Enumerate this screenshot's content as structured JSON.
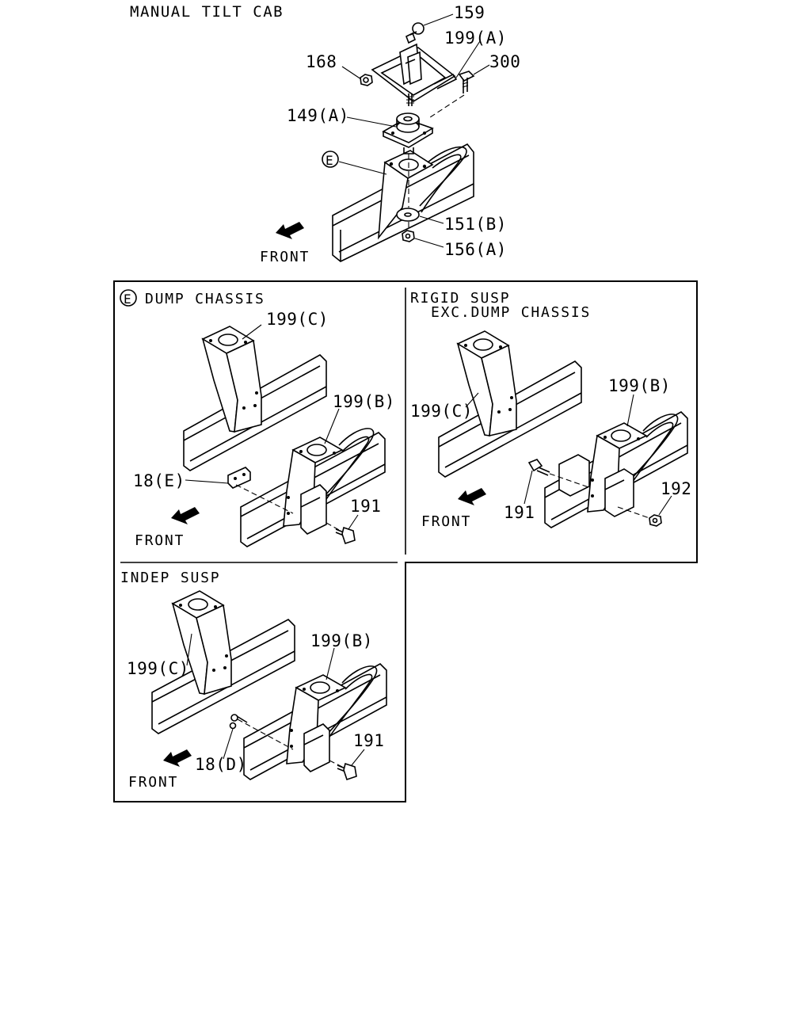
{
  "diagram": {
    "title": "MANUAL TILT CAB",
    "main_view": {
      "callouts": {
        "c159": "159",
        "c199a": "199(A)",
        "c168": "168",
        "c300": "300",
        "c149a": "149(A)",
        "cE": "E",
        "c151b": "151(B)",
        "c156a": "156(A)"
      },
      "front_label": "FRONT"
    },
    "panels": {
      "dump": {
        "marker": "E",
        "title": "DUMP CHASSIS",
        "callouts": {
          "c199c": "199(C)",
          "c199b": "199(B)",
          "c18e": "18(E)",
          "c191": "191"
        },
        "front_label": "FRONT"
      },
      "rigid": {
        "title_line1": "RIGID SUSP",
        "title_line2": "EXC.DUMP CHASSIS",
        "callouts": {
          "c199b": "199(B)",
          "c199c": "199(C)",
          "c191": "191",
          "c192": "192"
        },
        "front_label": "FRONT"
      },
      "indep": {
        "title": "INDEP SUSP",
        "callouts": {
          "c199b": "199(B)",
          "c199c": "199(C)",
          "c18d": "18(D)",
          "c191": "191"
        },
        "front_label": "FRONT"
      }
    }
  }
}
